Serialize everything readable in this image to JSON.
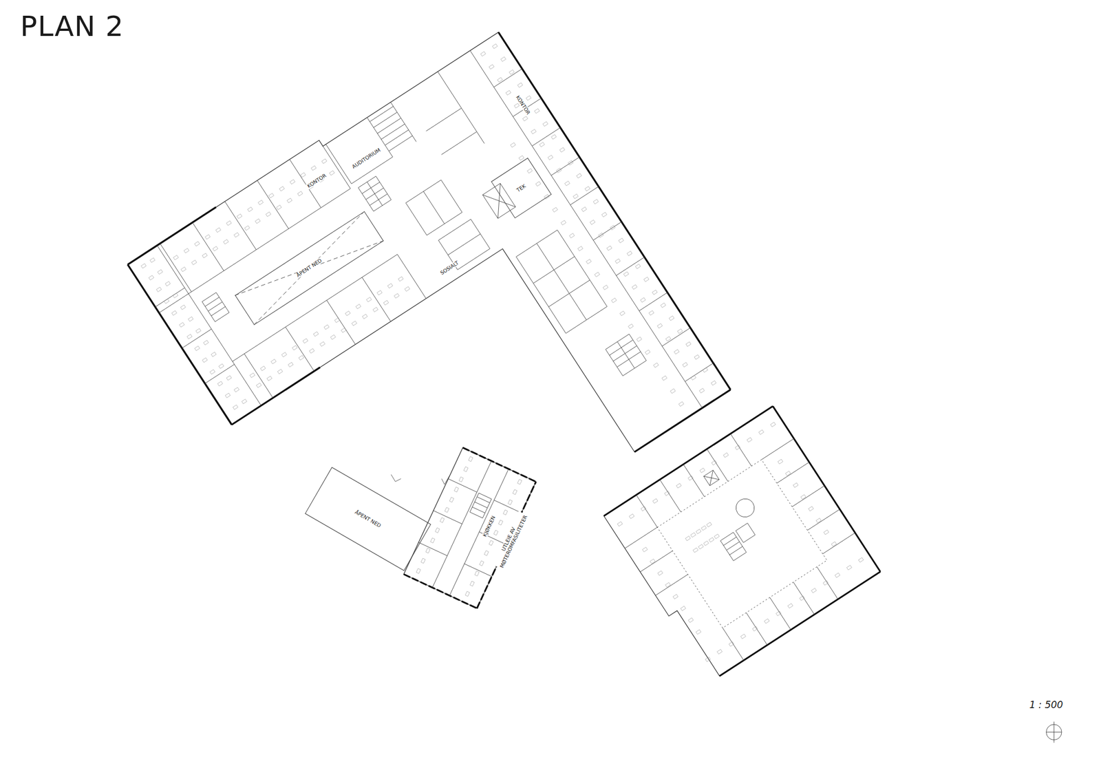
{
  "diagram": {
    "title": "PLAN 2",
    "nodes": [
      {
        "text": [
          "ÅPENT NED"
        ]
      },
      {
        "text": [
          "TEK"
        ]
      },
      {
        "text": [
          "ÅPENT NED"
        ]
      }
    ],
    "labels": [
      "AUDITORIUM",
      "KONTOR",
      "KONTOR",
      "SOSIALT",
      "KJØKKEN",
      "UTLEIE AV MØTEROMFASILITETER",
      "1 : 500"
    ]
  }
}
